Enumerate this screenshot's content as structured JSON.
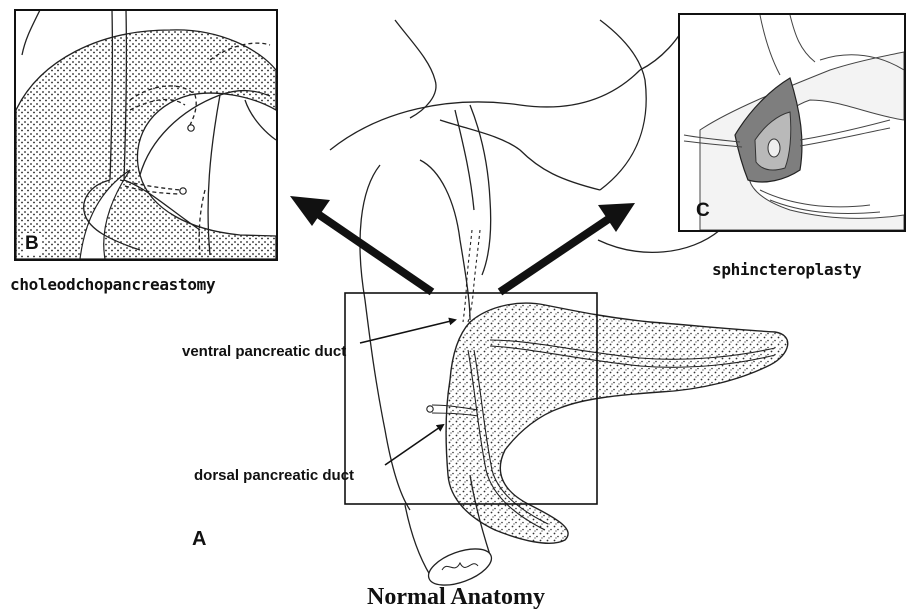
{
  "panels": {
    "a_letter": "A",
    "b_letter": "B",
    "c_letter": "C"
  },
  "labels": {
    "choledocho": "choleodchopancreastomy",
    "sphinctero": "sphincteroplasty",
    "ventral": "ventral pancreatic duct",
    "dorsal": "dorsal pancreatic duct",
    "title": "Normal Anatomy"
  },
  "colors": {
    "ink": "#111111",
    "stipple": "#333333",
    "shade": "#8a8a8a"
  }
}
